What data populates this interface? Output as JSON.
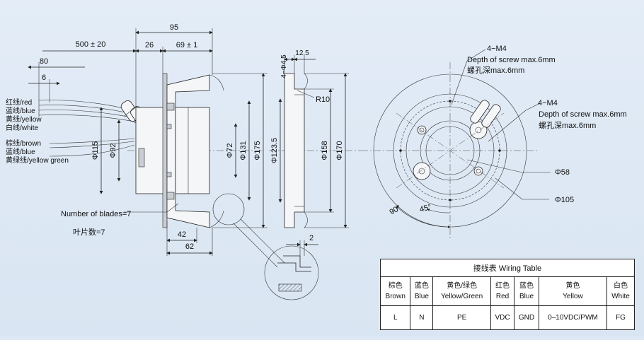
{
  "dims": {
    "overall_len": "95",
    "cable_len": "500 ± 20",
    "d26": "26",
    "d69": "69 ± 1",
    "d80": "80",
    "d6": "6",
    "d42": "42",
    "d62": "62",
    "d115": "Φ115",
    "d92": "Φ92",
    "d72": "Φ72",
    "d131": "Φ131",
    "d175": "Φ175",
    "d4_5": "4−Φ4.5",
    "d12_5": "12.5",
    "r10": "R10",
    "d123_5": "Φ123.5",
    "d158": "Φ158",
    "d170": "Φ170",
    "d2": "2"
  },
  "wires_top": [
    "红线/red",
    "蓝线/blue",
    "黄线/yellow",
    "白线/white"
  ],
  "wires_bottom": [
    "棕线/brown",
    "蓝线/blue",
    "黄绿线/yellow green"
  ],
  "blades": {
    "en": "Number of blades=7",
    "cn": "叶片数=7"
  },
  "front": {
    "m4_a": "4−M4",
    "depth_a_en": "Depth of screw max.6mm",
    "depth_a_cn": "螺孔深max.6mm",
    "m4_b": "4−M4",
    "depth_b_en": "Depth of screw max.6mm",
    "depth_b_cn": "螺孔深max.6mm",
    "d58": "Φ58",
    "d105": "Φ105",
    "angle90": "90°",
    "angle45": "45°"
  },
  "wiring_table": {
    "title": "接线表  Wiring Table",
    "headers": [
      {
        "cn": "棕色",
        "en": "Brown"
      },
      {
        "cn": "蓝色",
        "en": "Blue"
      },
      {
        "cn": "黄色/绿色",
        "en": "Yellow/Green"
      },
      {
        "cn": "红色",
        "en": "Red"
      },
      {
        "cn": "蓝色",
        "en": "Blue"
      },
      {
        "cn": "黄色",
        "en": "Yellow"
      },
      {
        "cn": "白色",
        "en": "White"
      }
    ],
    "values": [
      "L",
      "N",
      "PE",
      "VDC",
      "GND",
      "0–10VDC/PWM",
      "FG"
    ]
  }
}
